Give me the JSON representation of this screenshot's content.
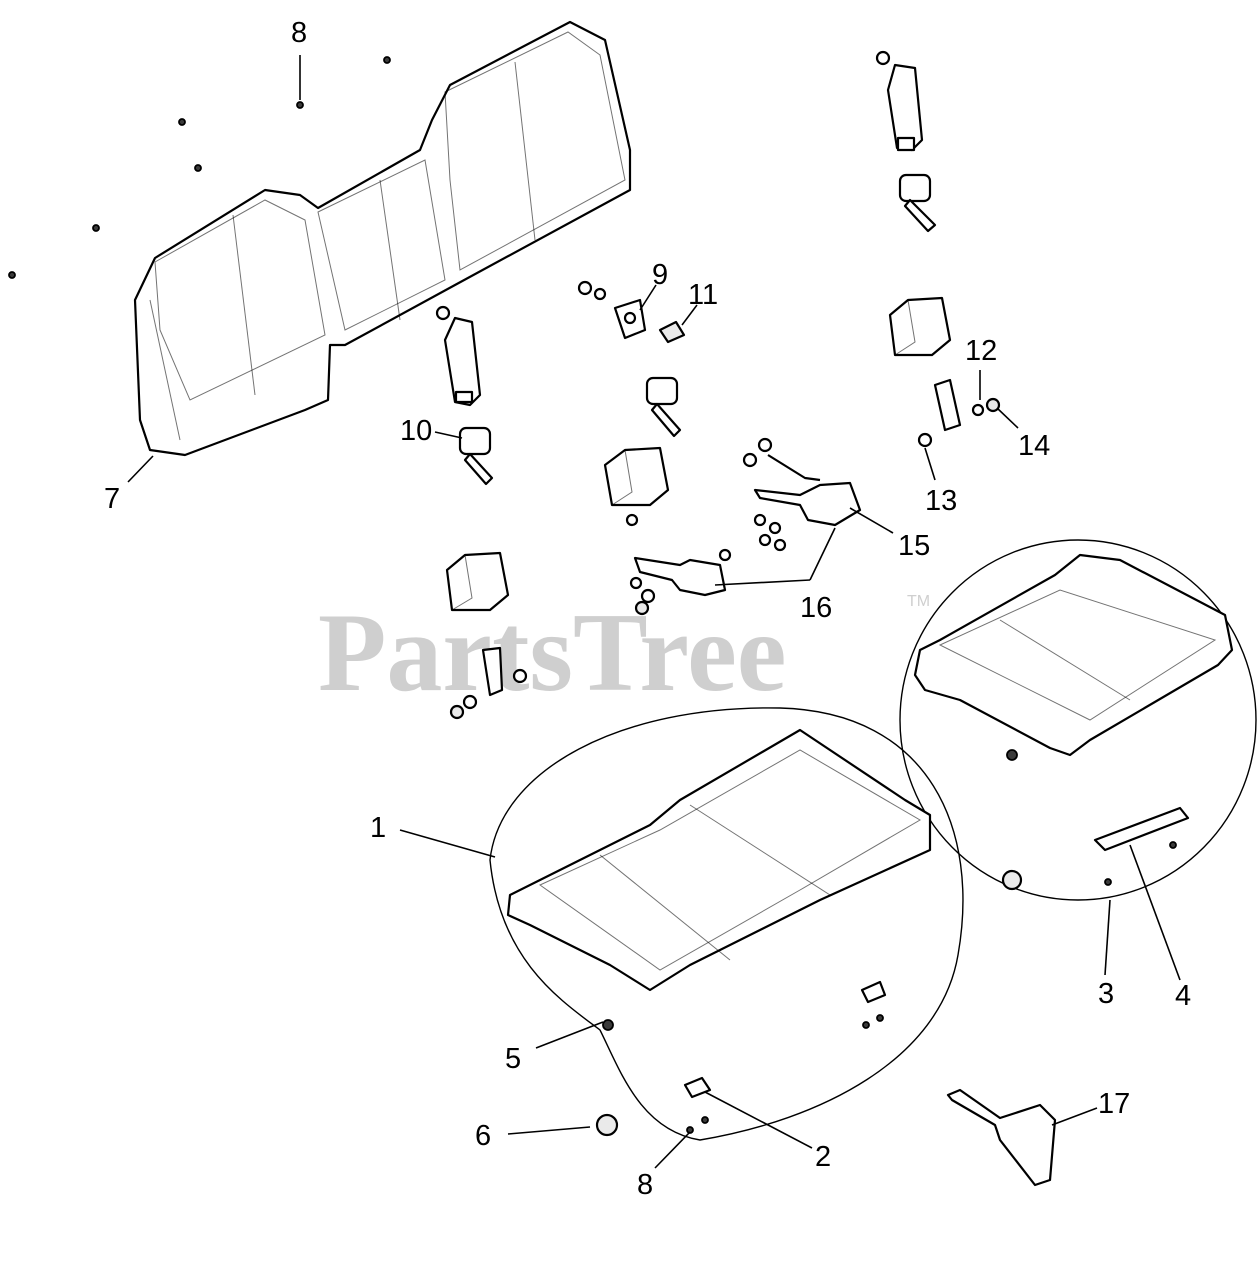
{
  "watermark": {
    "text": "PartsTree",
    "trademark": "TM"
  },
  "callouts": [
    "1",
    "2",
    "3",
    "4",
    "5",
    "6",
    "7",
    "8",
    "8",
    "9",
    "10",
    "11",
    "12",
    "13",
    "14",
    "15",
    "16",
    "17"
  ],
  "colors": {
    "line": "#000000",
    "watermark": "#cfcfcf",
    "background": "#ffffff"
  }
}
